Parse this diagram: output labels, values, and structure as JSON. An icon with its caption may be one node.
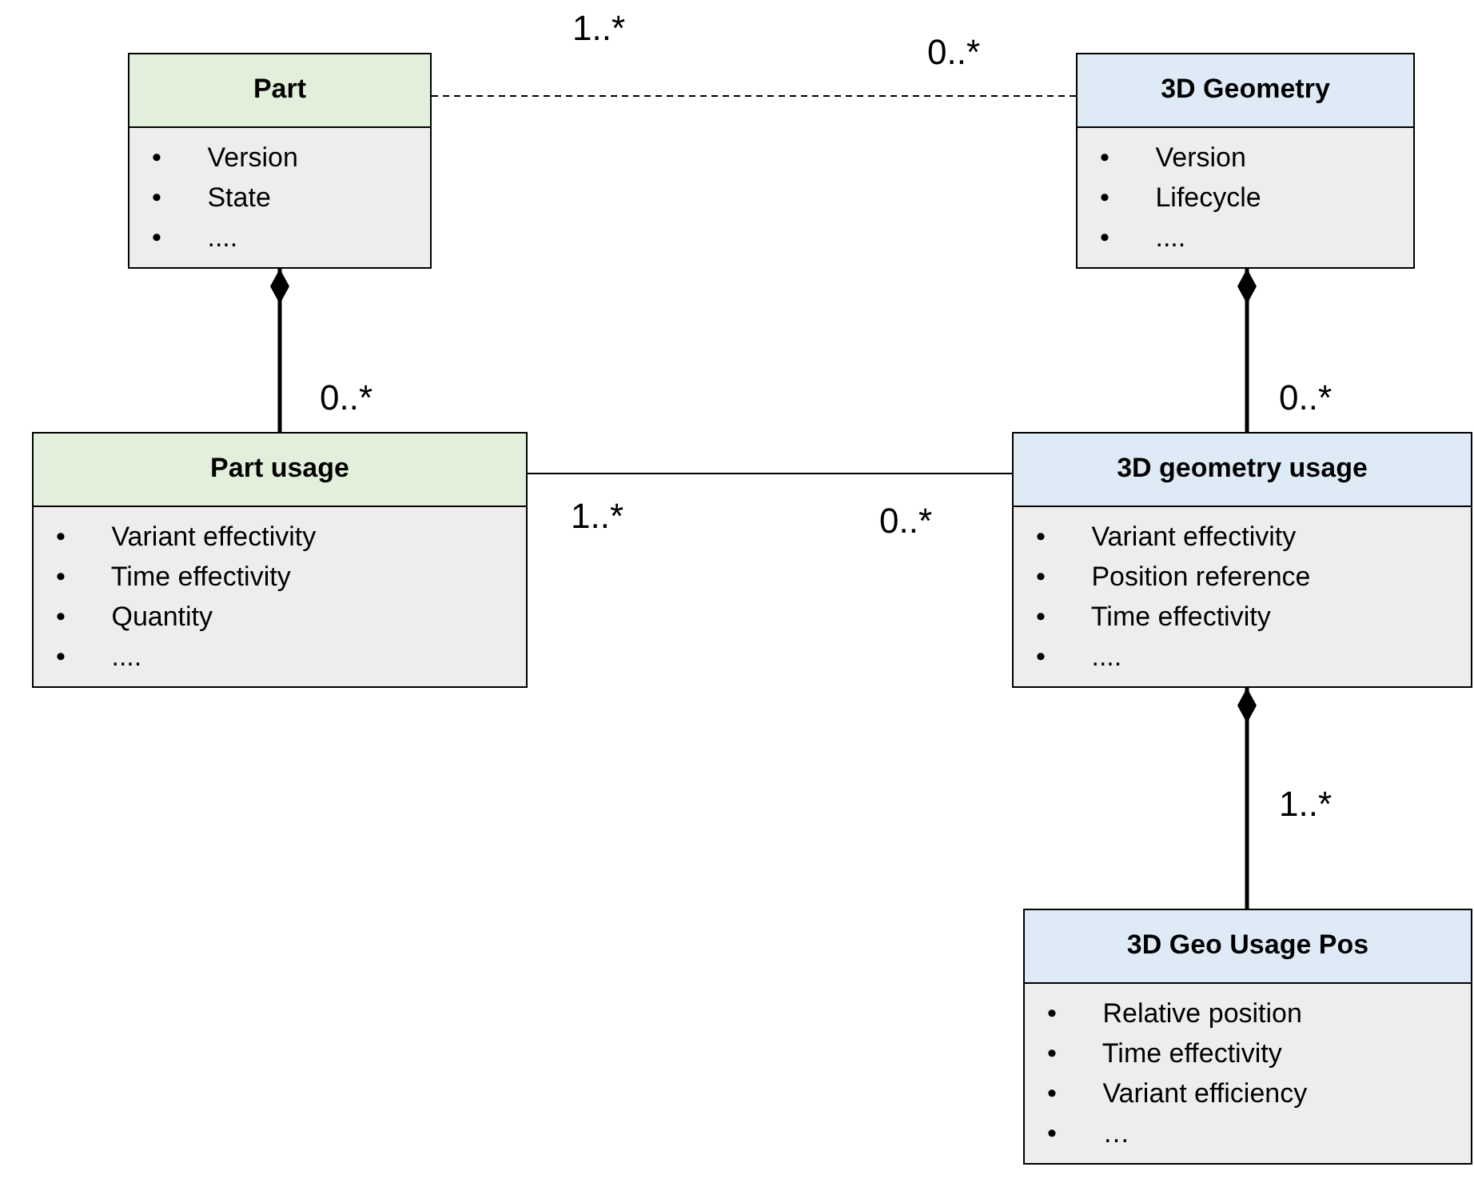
{
  "diagram": {
    "nodes": [
      {
        "text": [
          "Part",
          "• Version",
          "• State",
          "• ...."
        ]
      },
      {
        "text": [
          "3D Geometry",
          "• Version",
          "• Lifecycle",
          "• ...."
        ]
      },
      {
        "text": [
          "Part usage",
          "• Variant effectivity",
          "• Time effectivity",
          "• Quantity",
          "• ...."
        ]
      },
      {
        "text": [
          "3D geometry usage",
          "• Variant effectivity",
          "• Position reference",
          "• Time effectivity",
          "• ...."
        ]
      },
      {
        "text": [
          "3D Geo Usage Pos",
          "• Relative position",
          "• Time effectivity",
          "• Variant efficiency",
          "• …"
        ]
      }
    ],
    "edges": [
      {
        "from": 0,
        "to": 1,
        "arrow": "none",
        "style": "dashed"
      },
      {
        "from": 0,
        "to": 2,
        "arrow": "other"
      },
      {
        "from": 2,
        "to": 3,
        "arrow": "none"
      },
      {
        "from": 1,
        "to": 3,
        "arrow": "other"
      },
      {
        "from": 3,
        "to": 4,
        "arrow": "other"
      }
    ],
    "labels": [
      "1..*",
      "0..*",
      "0..*",
      "0..*",
      "1..*",
      "0..*",
      "1..*"
    ]
  }
}
